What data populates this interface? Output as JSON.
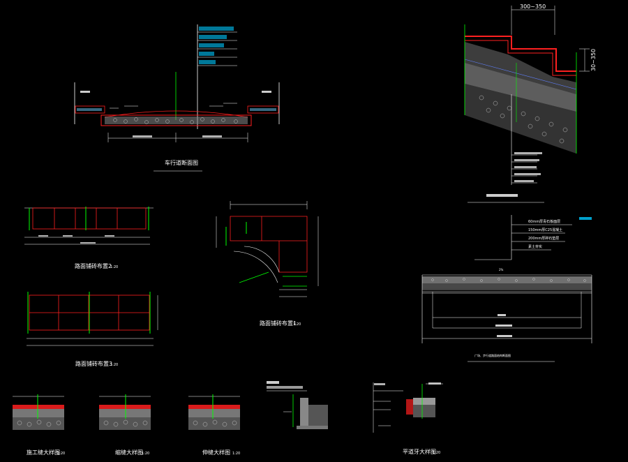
{
  "colors": {
    "background": "#000000",
    "lines": "#ffffff",
    "accent_red": "#ff2020",
    "accent_green": "#00ff00",
    "accent_cyan": "#00ffff",
    "gravel": "#b0b0b0"
  },
  "drawings": {
    "road_section": {
      "title": "车行道断面图",
      "slope_label": "2%"
    },
    "stair_section": {
      "dim_width": "300~350",
      "dim_height": "30~350"
    },
    "paving_plan_1": {
      "title": "路面铺砖布置1",
      "scale": "1:20"
    },
    "paving_plan_2": {
      "title": "路面铺砖布置2",
      "scale": "1:20"
    },
    "paving_plan_3": {
      "title": "路面铺砖布置3",
      "scale": "1:20"
    },
    "square_section": {
      "title": "广场、步行道路面结构断面图",
      "layers": [
        "60mm厚青石板面层",
        "150mm厚C25混凝土",
        "200mm厚碎石垫层",
        "素土夯实"
      ],
      "slope": "2%"
    },
    "details": [
      {
        "title": "施工缝大样图",
        "scale": "1:20"
      },
      {
        "title": "缩缝大样图",
        "scale": "1:20"
      },
      {
        "title": "伸缝大样图",
        "scale": "1:20"
      },
      {
        "title": "",
        "scale": ""
      },
      {
        "title": "平道牙大样图",
        "scale": "1:20"
      }
    ]
  }
}
